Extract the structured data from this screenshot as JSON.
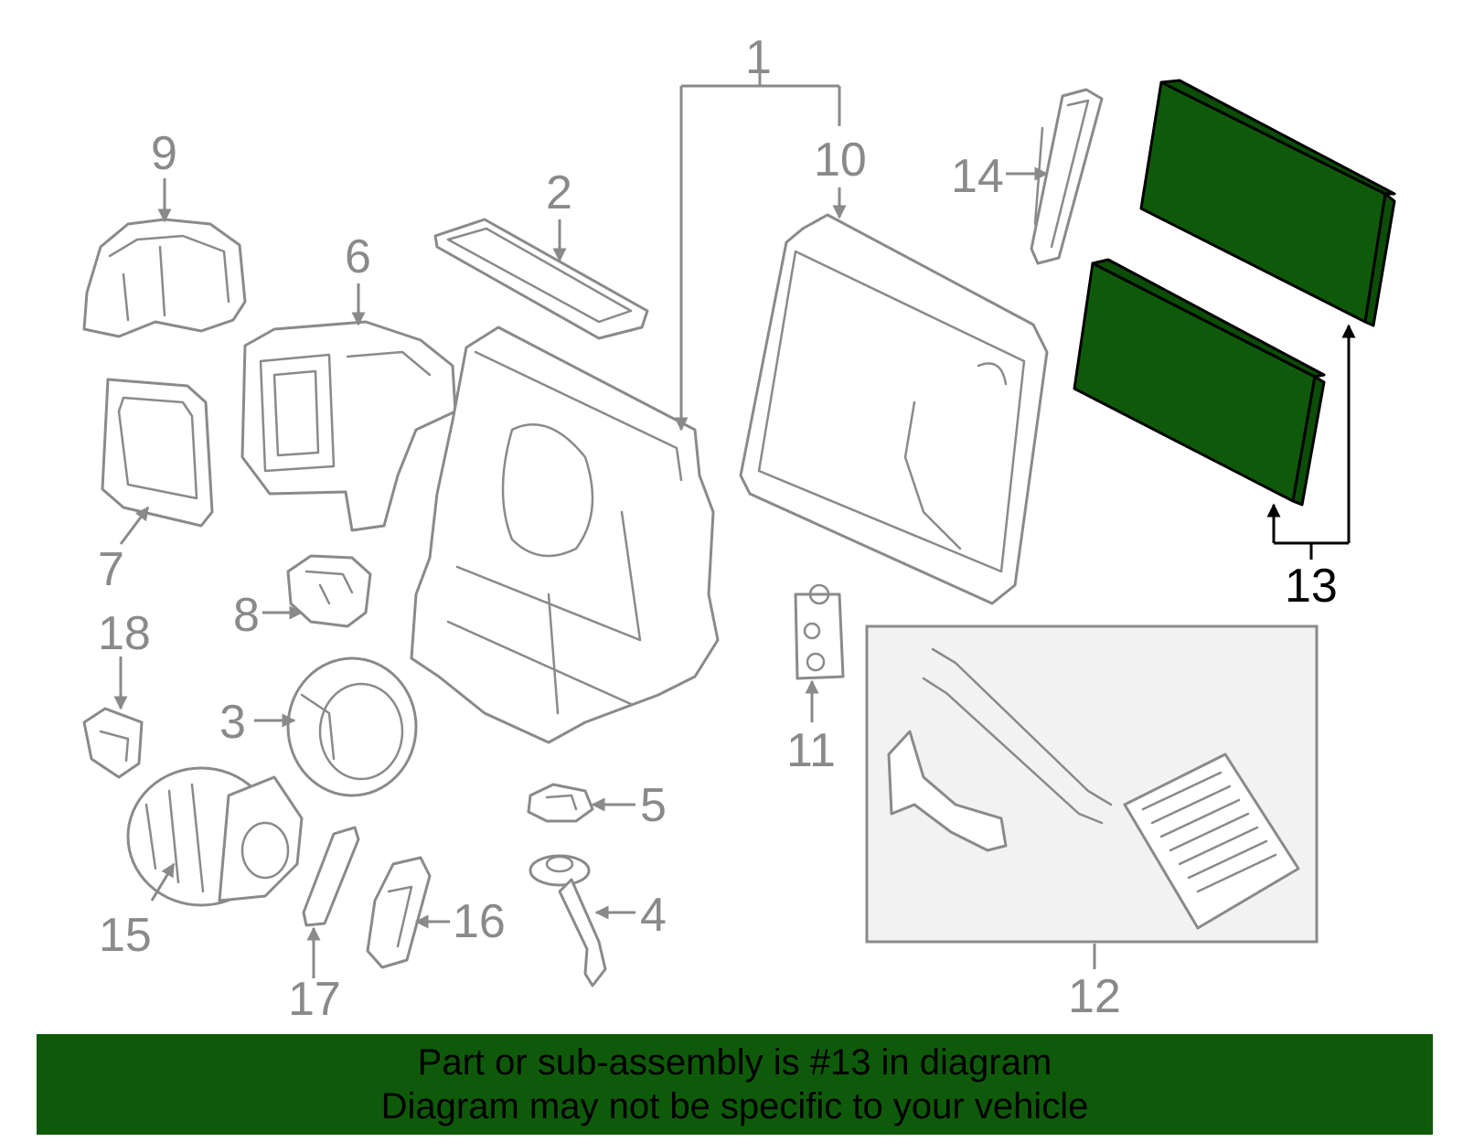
{
  "callouts": {
    "c1": "1",
    "c2": "2",
    "c3": "3",
    "c4": "4",
    "c5": "5",
    "c6": "6",
    "c7": "7",
    "c8": "8",
    "c9": "9",
    "c10": "10",
    "c11": "11",
    "c12": "12",
    "c13": "13",
    "c14": "14",
    "c15": "15",
    "c16": "16",
    "c17": "17",
    "c18": "18"
  },
  "highlight_part": "13",
  "colors": {
    "highlight_fill": "#0f5a0a",
    "line_gray": "#8a8a8a",
    "box_fill": "#f2f2f2"
  },
  "banner": {
    "line1": "Part or sub-assembly is #13 in diagram",
    "line2": "Diagram may not be specific to your vehicle"
  }
}
